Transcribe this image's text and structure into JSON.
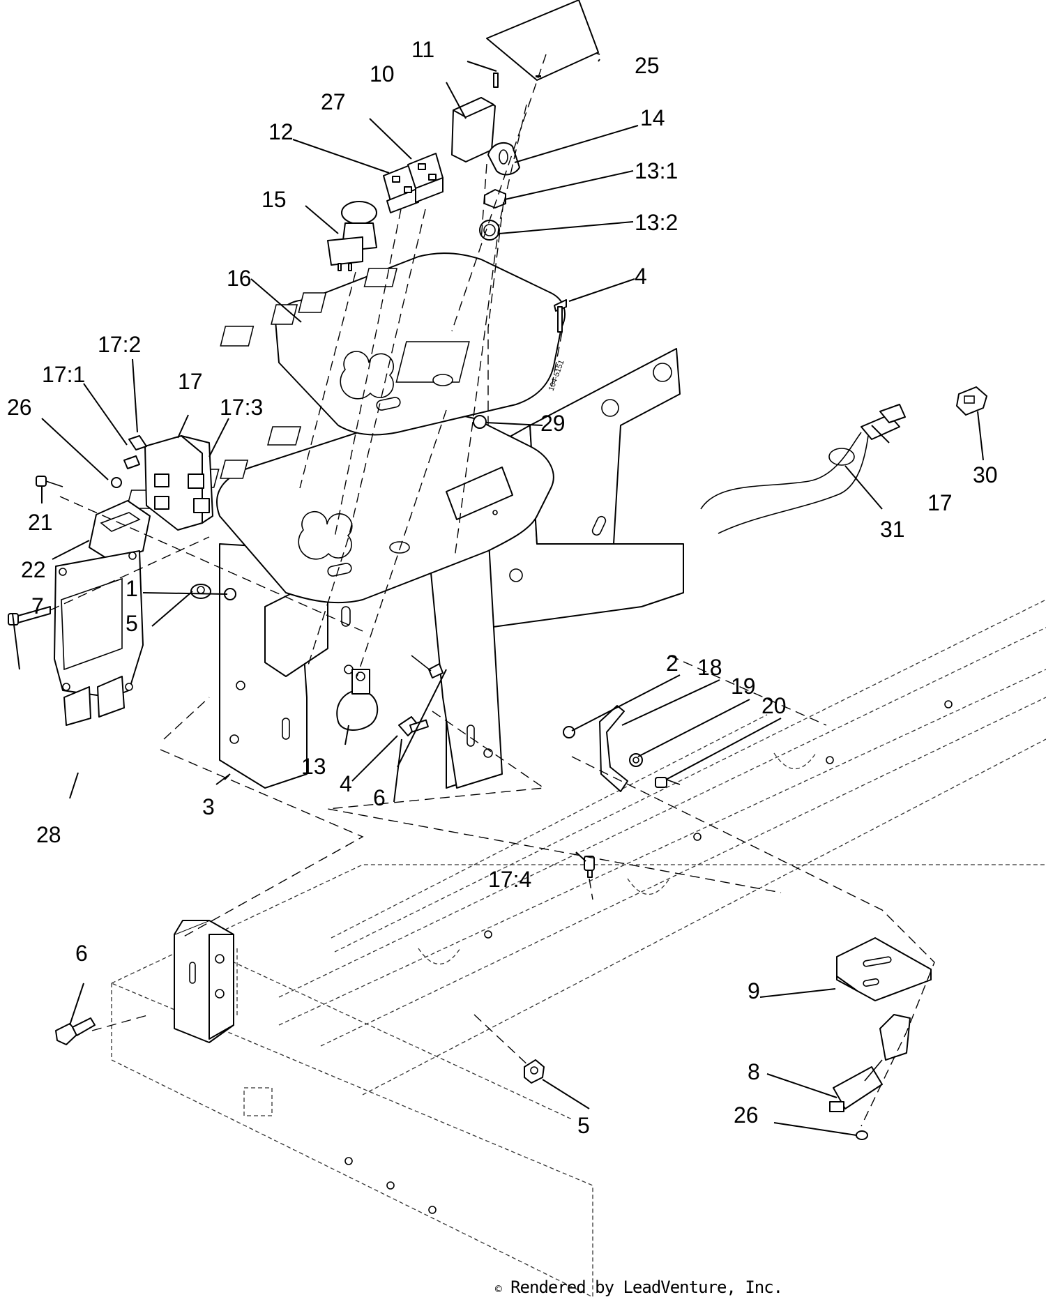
{
  "footer": {
    "symbol": "©",
    "text": "Rendered by LeadVenture, Inc."
  },
  "plate_marking": "104-5151",
  "callouts": {
    "p1": "1",
    "p2": "2",
    "p3": "3",
    "p4a": "4",
    "p4b": "4",
    "p5a": "5",
    "p5b": "5",
    "p6a": "6",
    "p6b": "6",
    "p7": "7",
    "p8": "8",
    "p9": "9",
    "p10": "10",
    "p11": "11",
    "p12": "12",
    "p13": "13",
    "p13_1": "13:1",
    "p13_2": "13:2",
    "p14": "14",
    "p15": "15",
    "p16": "16",
    "p17a": "17",
    "p17b": "17",
    "p17_1": "17:1",
    "p17_2": "17:2",
    "p17_3": "17:3",
    "p17_4": "17:4",
    "p18": "18",
    "p19": "19",
    "p20": "20",
    "p21": "21",
    "p22": "22",
    "p25": "25",
    "p26a": "26",
    "p26b": "26",
    "p27": "27",
    "p28": "28",
    "p29": "29",
    "p30": "30",
    "p31": "31"
  }
}
